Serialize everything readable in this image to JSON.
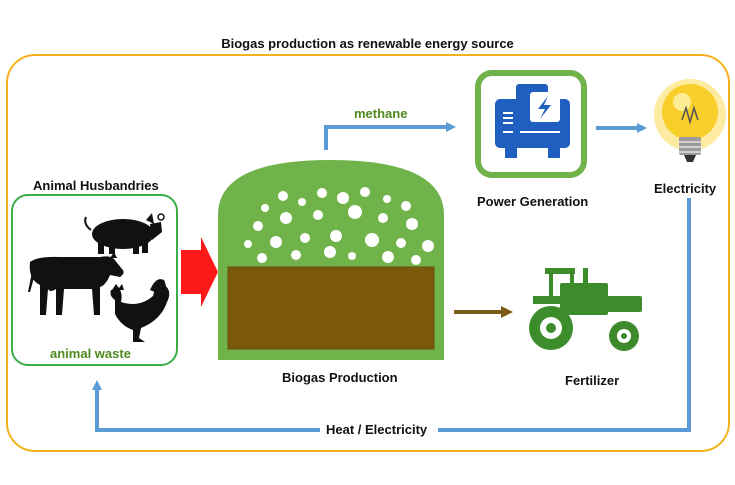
{
  "title": "Biogas production as renewable energy source",
  "labels": {
    "animal_husbandries": "Animal Husbandries",
    "animal_waste": "animal waste",
    "methane": "methane",
    "power_generation": "Power Generation",
    "electricity": "Electricity",
    "biogas_production": "Biogas Production",
    "fertilizer": "Fertilizer",
    "heat_electricity": "Heat / Electricity"
  },
  "icons": [
    "pig-icon",
    "cow-icon",
    "rooster-icon",
    "generator-icon",
    "light-bulb-icon",
    "tractor-icon",
    "digester-icon"
  ],
  "colors": {
    "frame": "#f3b21a",
    "green": "#6fb34a",
    "dark_green": "#3c8c2b",
    "label_green": "#4f8a1f",
    "flow_blue": "#5b9bd5",
    "input_red": "#ff1a1a",
    "sludge_brown": "#7a5a0a",
    "fertilizer_arrow": "#7a5a14",
    "generator_blue": "#1f5fbf"
  }
}
